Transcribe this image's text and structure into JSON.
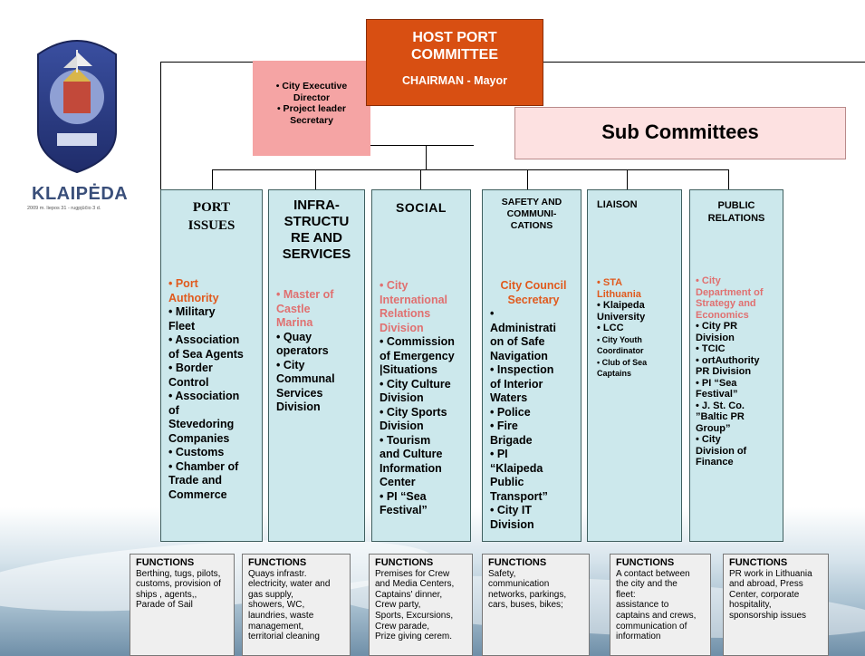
{
  "colors": {
    "host_box": "#d84f12",
    "exec_box": "#f5a4a4",
    "sub_box": "#fde1e1",
    "column_bg": "#cce8ec",
    "orange_text": "#e05a1e",
    "pink_text": "#e07070"
  },
  "logo": {
    "name": "KLAIPĖDA",
    "caption": "2009 m. liepos 31 - rugpjūčio 3 d."
  },
  "host": {
    "title_line1": "HOST PORT",
    "title_line2": "COMMITTEE",
    "chairman": "CHAIRMAN - Mayor"
  },
  "exec": {
    "line1": "• City Executive",
    "line2": "Director",
    "line3": "• Project leader",
    "line4": "Secretary"
  },
  "sub_committees": "Sub Committees",
  "columns": [
    {
      "title_lines": [
        "PORT",
        "ISSUES"
      ],
      "items": [
        {
          "t": "• Port",
          "c": "orange"
        },
        {
          "t": "Authority",
          "c": "orange"
        },
        {
          "t": "• Military",
          "c": ""
        },
        {
          "t": "Fleet",
          "c": ""
        },
        {
          "t": "• Association",
          "c": ""
        },
        {
          "t": "of Sea Agents",
          "c": ""
        },
        {
          "t": "• Border",
          "c": ""
        },
        {
          "t": "Control",
          "c": ""
        },
        {
          "t": "• Association",
          "c": ""
        },
        {
          "t": "of",
          "c": ""
        },
        {
          "t": "Stevedoring",
          "c": ""
        },
        {
          "t": "Companies",
          "c": ""
        },
        {
          "t": "• Customs",
          "c": ""
        },
        {
          "t": "• Chamber of",
          "c": ""
        },
        {
          "t": "Trade and",
          "c": ""
        },
        {
          "t": "Commerce",
          "c": ""
        }
      ]
    },
    {
      "title_lines": [
        "INFRA-",
        "STRUCTU",
        "RE AND",
        "SERVICES"
      ],
      "items": [
        {
          "t": "• Master of",
          "c": "pink"
        },
        {
          "t": "Castle",
          "c": "pink"
        },
        {
          "t": "Marina",
          "c": "pink"
        },
        {
          "t": "• Quay",
          "c": ""
        },
        {
          "t": "operators",
          "c": ""
        },
        {
          "t": "• City",
          "c": ""
        },
        {
          "t": "Communal",
          "c": ""
        },
        {
          "t": "Services",
          "c": ""
        },
        {
          "t": "Division",
          "c": ""
        }
      ]
    },
    {
      "title_lines": [
        "SOCIAL"
      ],
      "items": [
        {
          "t": "• City",
          "c": "pink"
        },
        {
          "t": "International",
          "c": "pink"
        },
        {
          "t": "Relations",
          "c": "pink"
        },
        {
          "t": "Division",
          "c": "pink"
        },
        {
          "t": "• Commission",
          "c": ""
        },
        {
          "t": "of Emergency",
          "c": ""
        },
        {
          "t": "|Situations",
          "c": ""
        },
        {
          "t": "• City  Culture",
          "c": ""
        },
        {
          "t": "Division",
          "c": ""
        },
        {
          "t": "•  City Sports",
          "c": ""
        },
        {
          "t": "Division",
          "c": ""
        },
        {
          "t": "• Tourism",
          "c": ""
        },
        {
          "t": "and Culture",
          "c": ""
        },
        {
          "t": "Information",
          "c": ""
        },
        {
          "t": "Center",
          "c": ""
        },
        {
          "t": "• PI “Sea",
          "c": ""
        },
        {
          "t": "Festival”",
          "c": ""
        }
      ]
    },
    {
      "title_lines": [
        "SAFETY AND",
        "COMMUNI-",
        "CATIONS"
      ],
      "items": [
        {
          "t": "City Council",
          "c": "orange"
        },
        {
          "t": "Secretary",
          "c": "orange"
        },
        {
          "t": "•",
          "c": ""
        },
        {
          "t": "Administrati",
          "c": ""
        },
        {
          "t": "on of Safe",
          "c": ""
        },
        {
          "t": "Navigation",
          "c": ""
        },
        {
          "t": "• Inspection",
          "c": ""
        },
        {
          "t": "of Interior",
          "c": ""
        },
        {
          "t": "Waters",
          "c": ""
        },
        {
          "t": "• Police",
          "c": ""
        },
        {
          "t": "• Fire",
          "c": ""
        },
        {
          "t": "Brigade",
          "c": ""
        },
        {
          "t": "• PI",
          "c": ""
        },
        {
          "t": "“Klaipeda",
          "c": ""
        },
        {
          "t": "Public",
          "c": ""
        },
        {
          "t": "Transport”",
          "c": ""
        },
        {
          "t": "• City IT",
          "c": ""
        },
        {
          "t": "Division",
          "c": ""
        }
      ]
    },
    {
      "title_lines": [
        "LIAISON"
      ],
      "items": [
        {
          "t": "• STA",
          "c": "orange"
        },
        {
          "t": "Lithuania",
          "c": "orange"
        },
        {
          "t": "• Klaipeda",
          "c": ""
        },
        {
          "t": "University",
          "c": ""
        },
        {
          "t": "•  LCC",
          "c": ""
        },
        {
          "t": "• City Youth",
          "c": "small"
        },
        {
          "t": "Coordinator",
          "c": "small"
        },
        {
          "t": "• Club of Sea",
          "c": "small"
        },
        {
          "t": "Captains",
          "c": "small"
        }
      ]
    },
    {
      "title_lines": [
        "PUBLIC",
        "RELATIONS"
      ],
      "items": [
        {
          "t": "• City",
          "c": "pink"
        },
        {
          "t": "Department of",
          "c": "pink"
        },
        {
          "t": "Strategy and",
          "c": "pink"
        },
        {
          "t": "Economics",
          "c": "pink"
        },
        {
          "t": "• City PR",
          "c": ""
        },
        {
          "t": "Division",
          "c": ""
        },
        {
          "t": "•  TCIC",
          "c": ""
        },
        {
          "t": "• ortAuthority",
          "c": ""
        },
        {
          "t": "PR Division",
          "c": ""
        },
        {
          "t": "• PI “Sea",
          "c": ""
        },
        {
          "t": "Festival”",
          "c": ""
        },
        {
          "t": "•  J. St. Co.",
          "c": ""
        },
        {
          "t": "”Baltic PR",
          "c": ""
        },
        {
          "t": "Group”",
          "c": ""
        },
        {
          "t": "•  City",
          "c": ""
        },
        {
          "t": "Division of",
          "c": ""
        },
        {
          "t": "Finance",
          "c": ""
        }
      ]
    }
  ],
  "functions": [
    {
      "heading": "FUNCTIONS",
      "text": "Berthing, tugs, pilots,\ncustoms, provision of\nships , agents,,\nParade of Sail"
    },
    {
      "heading": "FUNCTIONS",
      "text": "Quays infrastr.\nelectricity, water and\ngas supply,\nshowers, WC,\nlaundries, waste\nmanagement,\nterritorial cleaning"
    },
    {
      "heading": "FUNCTIONS",
      "text": "Premises for Crew\nand Media Centers,\nCaptains' dinner,\nCrew party,\nSports, Excursions,\nCrew parade,\nPrize giving cerem."
    },
    {
      "heading": "FUNCTIONS",
      "text": "Safety,\ncommunication\nnetworks, parkings,\ncars, buses, bikes;"
    },
    {
      "heading": "FUNCTIONS",
      "text": "A contact between\nthe city and the\nfleet:\nassistance to\ncaptains and crews,\ncommunication of\ninformation"
    },
    {
      "heading": "FUNCTIONS",
      "text": "PR work in Lithuania\nand abroad,  Press\nCenter, corporate\nhospitality,\nsponsorship issues"
    }
  ]
}
